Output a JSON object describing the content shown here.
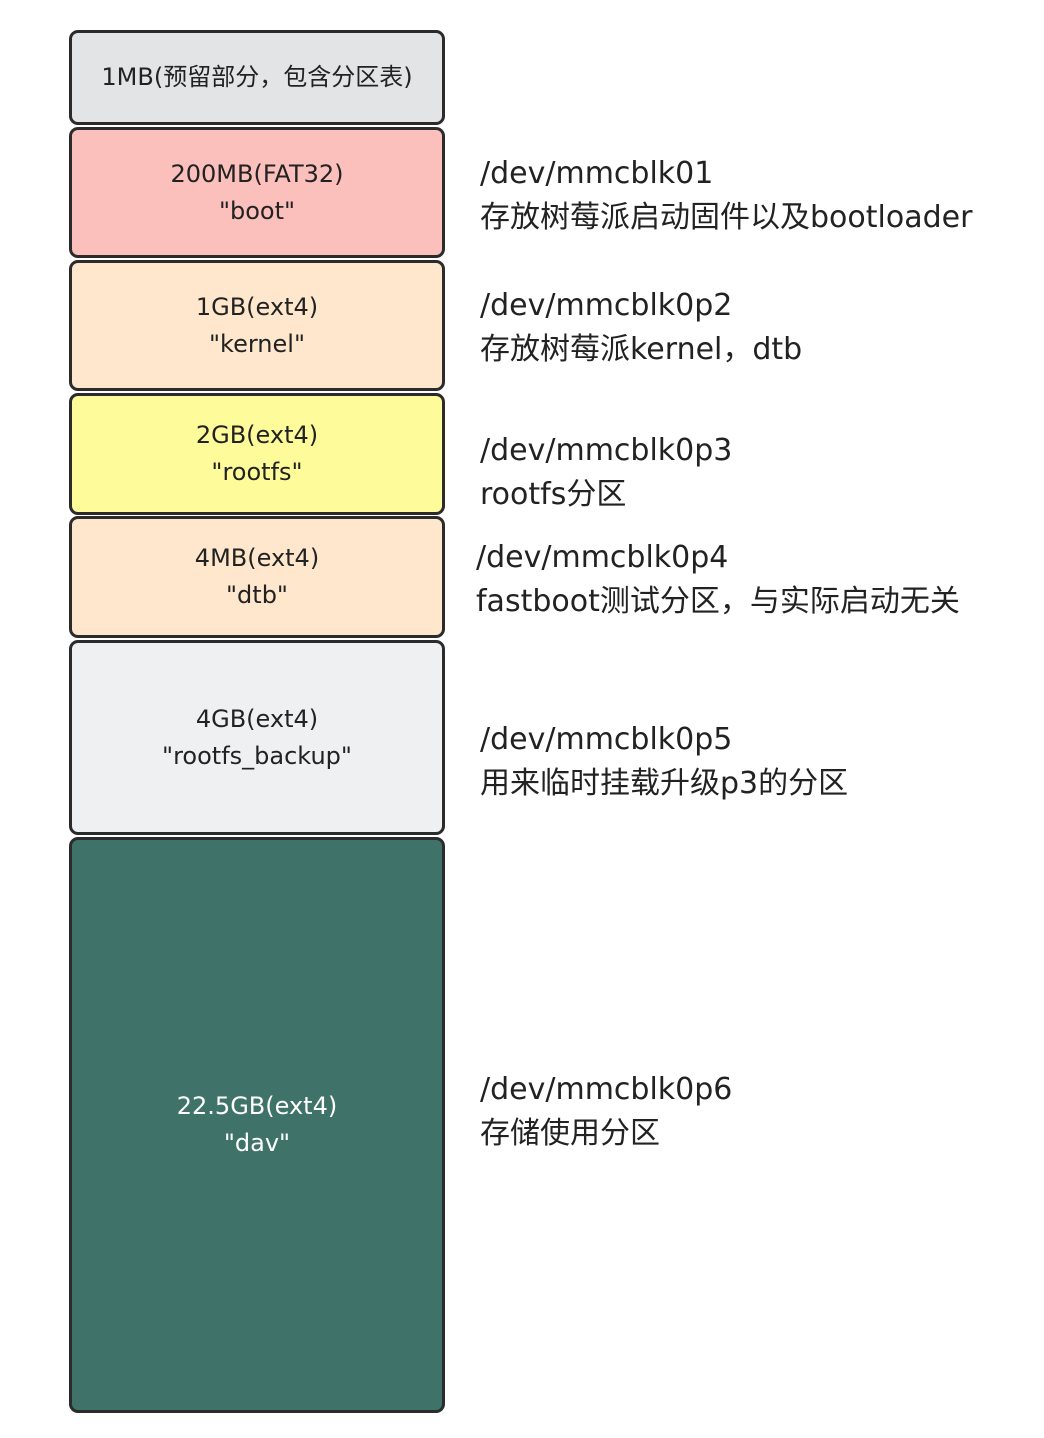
{
  "partitions": [
    {
      "size": "1MB(预留部分，包含分区表)",
      "name": "",
      "color": "#e3e4e6",
      "device": "",
      "description": ""
    },
    {
      "size": "200MB(FAT32)",
      "name": "\"boot\"",
      "color": "#fbbfbc",
      "device": "/dev/mmcblk01",
      "description": "存放树莓派启动固件以及bootloader"
    },
    {
      "size": "1GB(ext4)",
      "name": "\"kernel\"",
      "color": "#fee7cd",
      "device": "/dev/mmcblk0p2",
      "description": "存放树莓派kernel，dtb"
    },
    {
      "size": "2GB(ext4)",
      "name": "\"rootfs\"",
      "color": "#fefb9a",
      "device": "/dev/mmcblk0p3",
      "description": "rootfs分区"
    },
    {
      "size": "4MB(ext4)",
      "name": "\"dtb\"",
      "color": "#fee7cd",
      "device": "/dev/mmcblk0p4",
      "description": "fastboot测试分区，与实际启动无关"
    },
    {
      "size": "4GB(ext4)",
      "name": "\"rootfs_backup\"",
      "color": "#eff0f1",
      "device": "/dev/mmcblk0p5",
      "description": "用来临时挂载升级p3的分区"
    },
    {
      "size": "22.5GB(ext4)",
      "name": "\"dav\"",
      "color": "#3f736a",
      "device": "/dev/mmcblk0p6",
      "description": "存储使用分区"
    }
  ]
}
